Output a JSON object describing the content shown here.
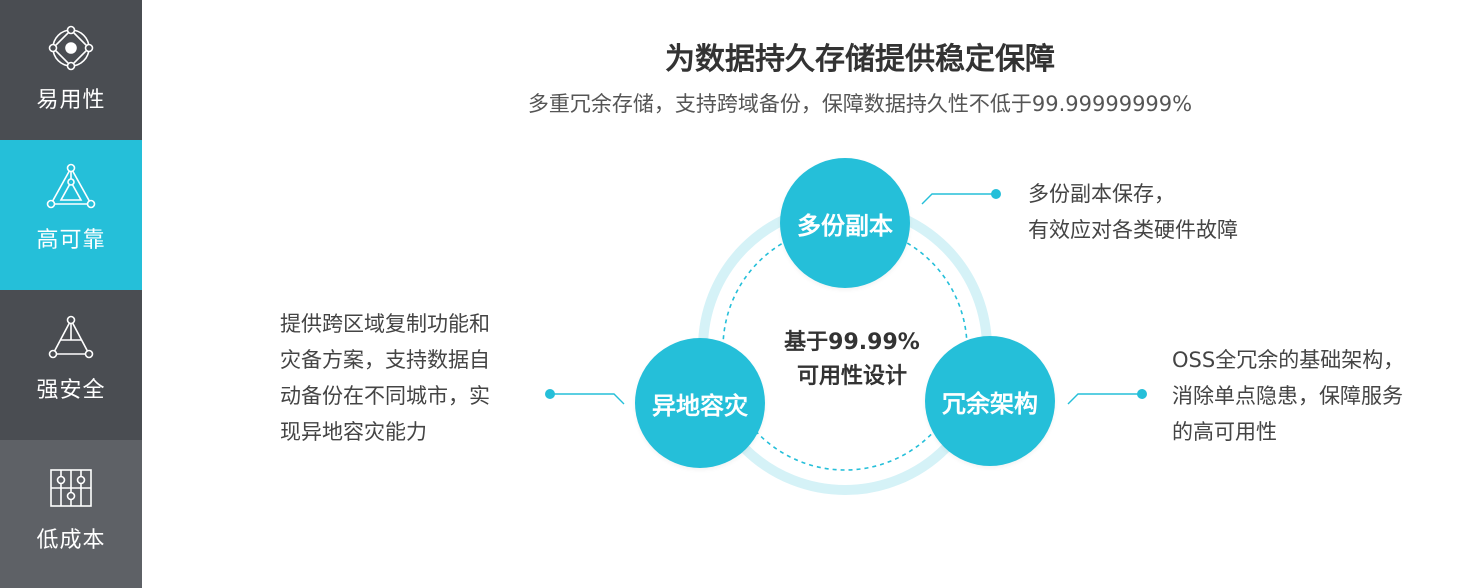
{
  "sidebar": {
    "tabs": [
      {
        "label": "易用性",
        "icon": "target-diamond-icon",
        "active": false
      },
      {
        "label": "高可靠",
        "icon": "triangle-nodes-icon",
        "active": true
      },
      {
        "label": "强安全",
        "icon": "triangle-shield-icon",
        "active": false
      },
      {
        "label": "低成本",
        "icon": "abacus-icon",
        "active": false
      }
    ]
  },
  "header": {
    "title": "为数据持久存储提供稳定保障",
    "subtitle": "多重冗余存储，支持跨域备份，保障数据持久性不低于99.99999999%"
  },
  "diagram": {
    "center": [
      "基于99.99%",
      "可用性设计"
    ],
    "nodes": {
      "top": {
        "label": "多份副本",
        "desc": [
          "多份副本保存，",
          "有效应对各类硬件故障"
        ]
      },
      "left": {
        "label": "异地容灾",
        "desc": [
          "提供跨区域复制功能和",
          "灾备方案，支持数据自",
          "动备份在不同城市，实",
          "现异地容灾能力"
        ]
      },
      "right": {
        "label": "冗余架构",
        "desc": [
          "OSS全冗余的基础架构，",
          "消除单点隐患，保障服务",
          "的高可用性"
        ]
      }
    }
  },
  "colors": {
    "accent": "#25bfd9",
    "sidebar_dark": "#4a4d52",
    "sidebar_light": "#5e6166",
    "ring": "#d5f2f7"
  }
}
